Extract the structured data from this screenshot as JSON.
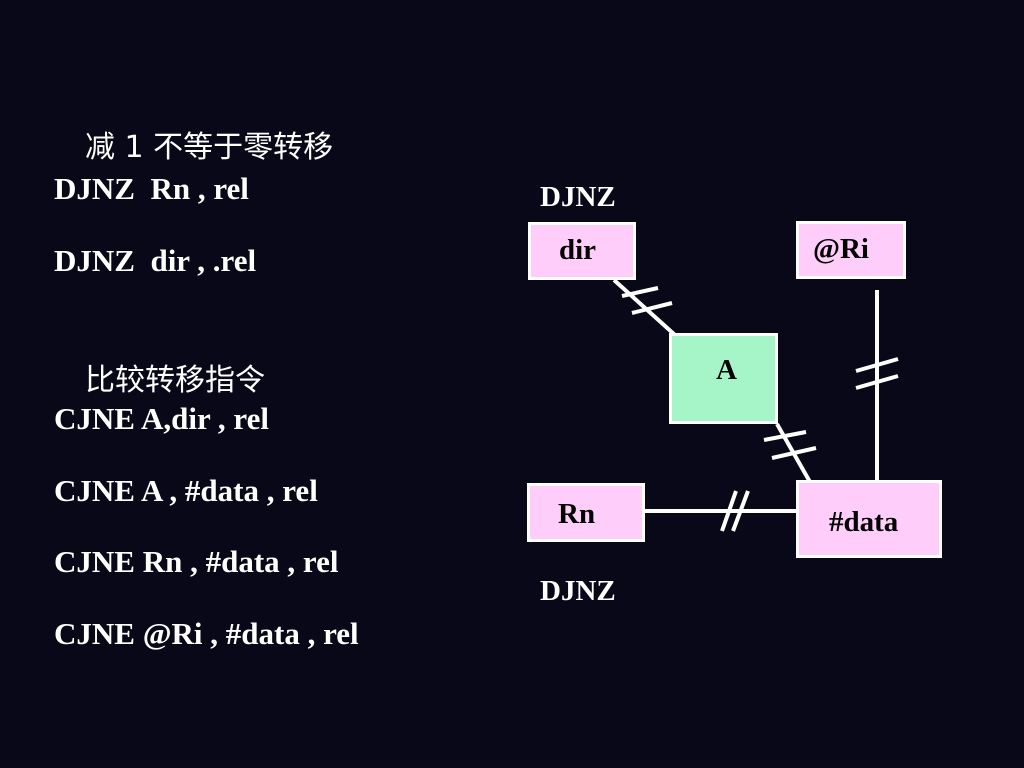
{
  "text_lines": {
    "heading1": "减 1 不等于零转移",
    "djnz_rn": "DJNZ  Rn , rel",
    "djnz_dir": "DJNZ  dir , .rel",
    "heading2": "比较转移指令",
    "cjne_a_dir": "CJNE A,dir , rel",
    "cjne_a_data": "CJNE A , #data , rel",
    "cjne_rn_data": "CJNE Rn , #data , rel",
    "cjne_ri_data": "CJNE @Ri , #data , rel"
  },
  "diagram": {
    "label_top": "DJNZ",
    "label_bottom": "DJNZ",
    "boxes": {
      "dir": "dir",
      "ri": "@Ri",
      "a": "A",
      "rn": "Rn",
      "data": "#data"
    }
  },
  "colors": {
    "background": "#080818",
    "text": "#ffffff",
    "box_pink": "#ffcdfa",
    "box_green": "#a6f5c9",
    "box_border": "#ffffff",
    "connector": "#ffffff"
  }
}
